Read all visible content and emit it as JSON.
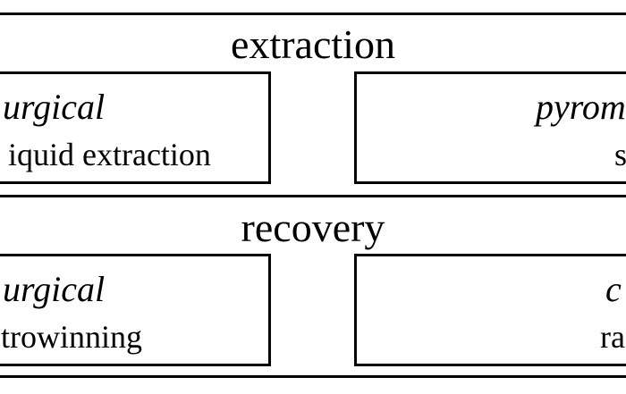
{
  "diagram": {
    "sections": [
      {
        "title": "extraction",
        "left_box": {
          "heading": "urgical",
          "subtitle": "iquid extraction"
        },
        "right_box": {
          "heading": "pyrom",
          "subtitle": "s"
        }
      },
      {
        "title": "recovery",
        "left_box": {
          "heading": "urgical",
          "subtitle": "trowinning"
        },
        "right_box": {
          "heading": "c",
          "subtitle": "ra"
        }
      }
    ]
  }
}
